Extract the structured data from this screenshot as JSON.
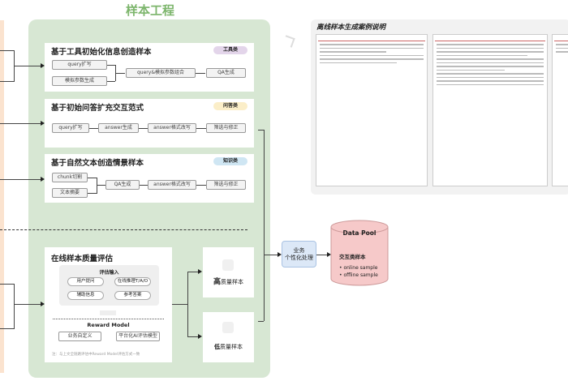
{
  "title": "样本工程",
  "sections": [
    {
      "title": "基于工具初始化信息创造样本",
      "tag": "工具类",
      "tag_color": "#e3d5ea",
      "nodes": [
        "query扩写",
        "模拟参数生成",
        "query&模拟参数组合",
        "QA生成"
      ]
    },
    {
      "title": "基于初始问答扩充交互范式",
      "tag": "问答类",
      "tag_color": "#fbeec8",
      "nodes": [
        "query扩写",
        "answer生成",
        "answer格式改写",
        "筛选与修正"
      ]
    },
    {
      "title": "基于自然文本创造情景样本",
      "tag": "知识类",
      "tag_color": "#cfe6f3",
      "nodes": [
        "chunk切割",
        "文本摘要",
        "QA生成",
        "answer格式改写",
        "筛选与修正"
      ]
    }
  ],
  "eval": {
    "title": "在线样本质量评估",
    "input_label": "评估输入",
    "inputs": [
      "用户提问",
      "在线推理T/A/O",
      "辅助信息",
      "参考答案"
    ],
    "model_label": "Reward Model",
    "models": [
      "业务自定义",
      "平台化AI评估模型"
    ],
    "note": "注：与上文全链路评估中Reward Model评估方式一致"
  },
  "high": {
    "prefix": "高",
    "label": "质量样本"
  },
  "low": {
    "prefix": "低",
    "label": "质量样本"
  },
  "process": {
    "line1": "业务",
    "line2": "个性化处理"
  },
  "pool": {
    "title": "Data Pool",
    "subtitle": "交互类样本",
    "items": [
      "online sample",
      "offline sample"
    ],
    "color": "#f6c9c9"
  },
  "doc": {
    "title": "离线样本生成案例说明"
  }
}
